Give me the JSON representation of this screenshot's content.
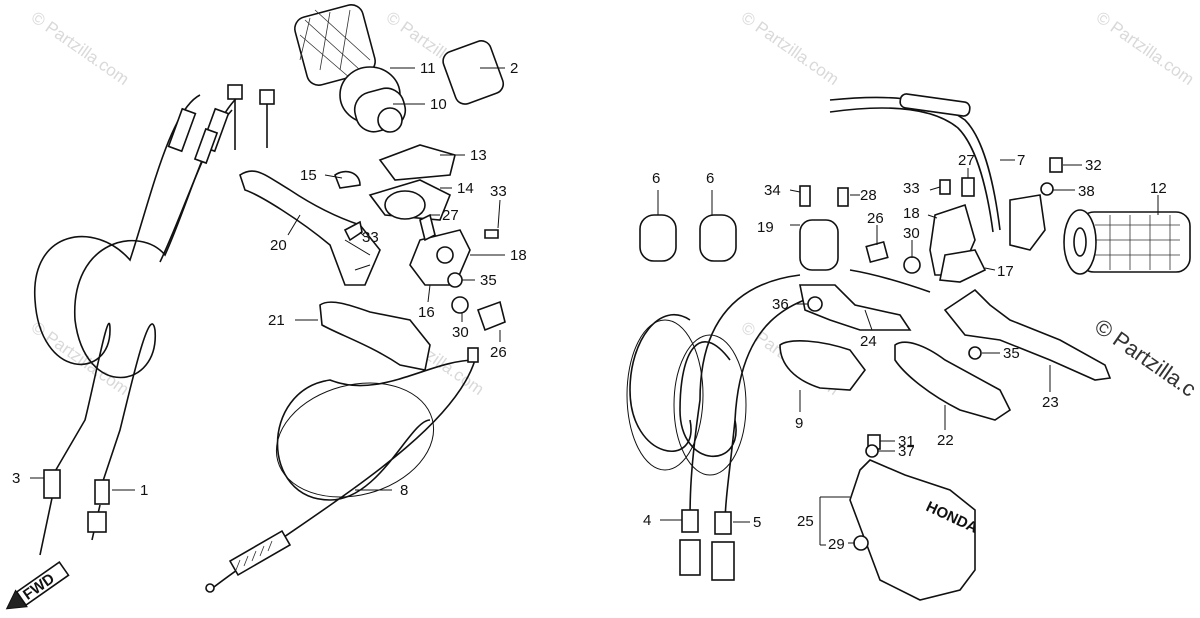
{
  "watermark": {
    "text": "© Partzilla.com",
    "repeat_text": "© Partzilla.com",
    "big_text": "© Partzilla.c"
  },
  "fwd_label": "FWD",
  "grip_label": "HONDA",
  "callouts": {
    "left": [
      {
        "id": "c1",
        "text": "1"
      },
      {
        "id": "c2",
        "text": "2"
      },
      {
        "id": "c3",
        "text": "3"
      },
      {
        "id": "c8",
        "text": "8"
      },
      {
        "id": "c10",
        "text": "10"
      },
      {
        "id": "c11",
        "text": "11"
      },
      {
        "id": "c13",
        "text": "13"
      },
      {
        "id": "c14",
        "text": "14"
      },
      {
        "id": "c15",
        "text": "15"
      },
      {
        "id": "c16",
        "text": "16"
      },
      {
        "id": "c18",
        "text": "18"
      },
      {
        "id": "c20",
        "text": "20"
      },
      {
        "id": "c21",
        "text": "21"
      },
      {
        "id": "c26a",
        "text": "26"
      },
      {
        "id": "c27a",
        "text": "27"
      },
      {
        "id": "c30a",
        "text": "30"
      },
      {
        "id": "c33a",
        "text": "33"
      },
      {
        "id": "c33b",
        "text": "33"
      },
      {
        "id": "c35a",
        "text": "35"
      }
    ],
    "right": [
      {
        "id": "c4",
        "text": "4"
      },
      {
        "id": "c5",
        "text": "5"
      },
      {
        "id": "c6a",
        "text": "6"
      },
      {
        "id": "c6b",
        "text": "6"
      },
      {
        "id": "c7",
        "text": "7"
      },
      {
        "id": "c9",
        "text": "9"
      },
      {
        "id": "c12",
        "text": "12"
      },
      {
        "id": "c17",
        "text": "17"
      },
      {
        "id": "c18b",
        "text": "18"
      },
      {
        "id": "c19",
        "text": "19"
      },
      {
        "id": "c22",
        "text": "22"
      },
      {
        "id": "c23",
        "text": "23"
      },
      {
        "id": "c24",
        "text": "24"
      },
      {
        "id": "c25",
        "text": "25"
      },
      {
        "id": "c26b",
        "text": "26"
      },
      {
        "id": "c27b",
        "text": "27"
      },
      {
        "id": "c28",
        "text": "28"
      },
      {
        "id": "c29",
        "text": "29"
      },
      {
        "id": "c30b",
        "text": "30"
      },
      {
        "id": "c31",
        "text": "31"
      },
      {
        "id": "c32",
        "text": "32"
      },
      {
        "id": "c33c",
        "text": "33"
      },
      {
        "id": "c34",
        "text": "34"
      },
      {
        "id": "c35b",
        "text": "35"
      },
      {
        "id": "c36",
        "text": "36"
      },
      {
        "id": "c37",
        "text": "37"
      },
      {
        "id": "c38",
        "text": "38"
      }
    ]
  }
}
